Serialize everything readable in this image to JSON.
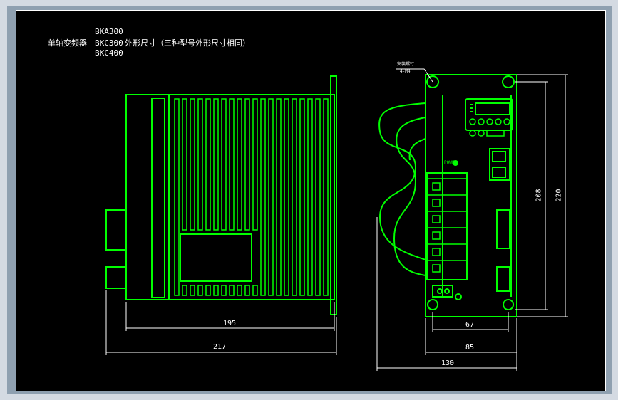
{
  "header": {
    "model_top": "BKA300",
    "label": "单轴变频器",
    "model_mid": "BKC300",
    "description": "外形尺寸（三种型号外形尺寸相同）",
    "model_bottom": "BKC400"
  },
  "annotations": {
    "mount_hole": "安装螺钉",
    "mount_hole_spec": "4-M4",
    "power": "POWER"
  },
  "dimensions": {
    "side_width_inner": "195",
    "side_width_outer": "217",
    "front_height_inner": "208",
    "front_height_outer": "220",
    "front_hole_spacing": "67",
    "front_body_width": "85",
    "front_total_width": "130"
  },
  "colors": {
    "outline": "#00ff00",
    "dimension": "#ffffff",
    "background": "#000000"
  }
}
